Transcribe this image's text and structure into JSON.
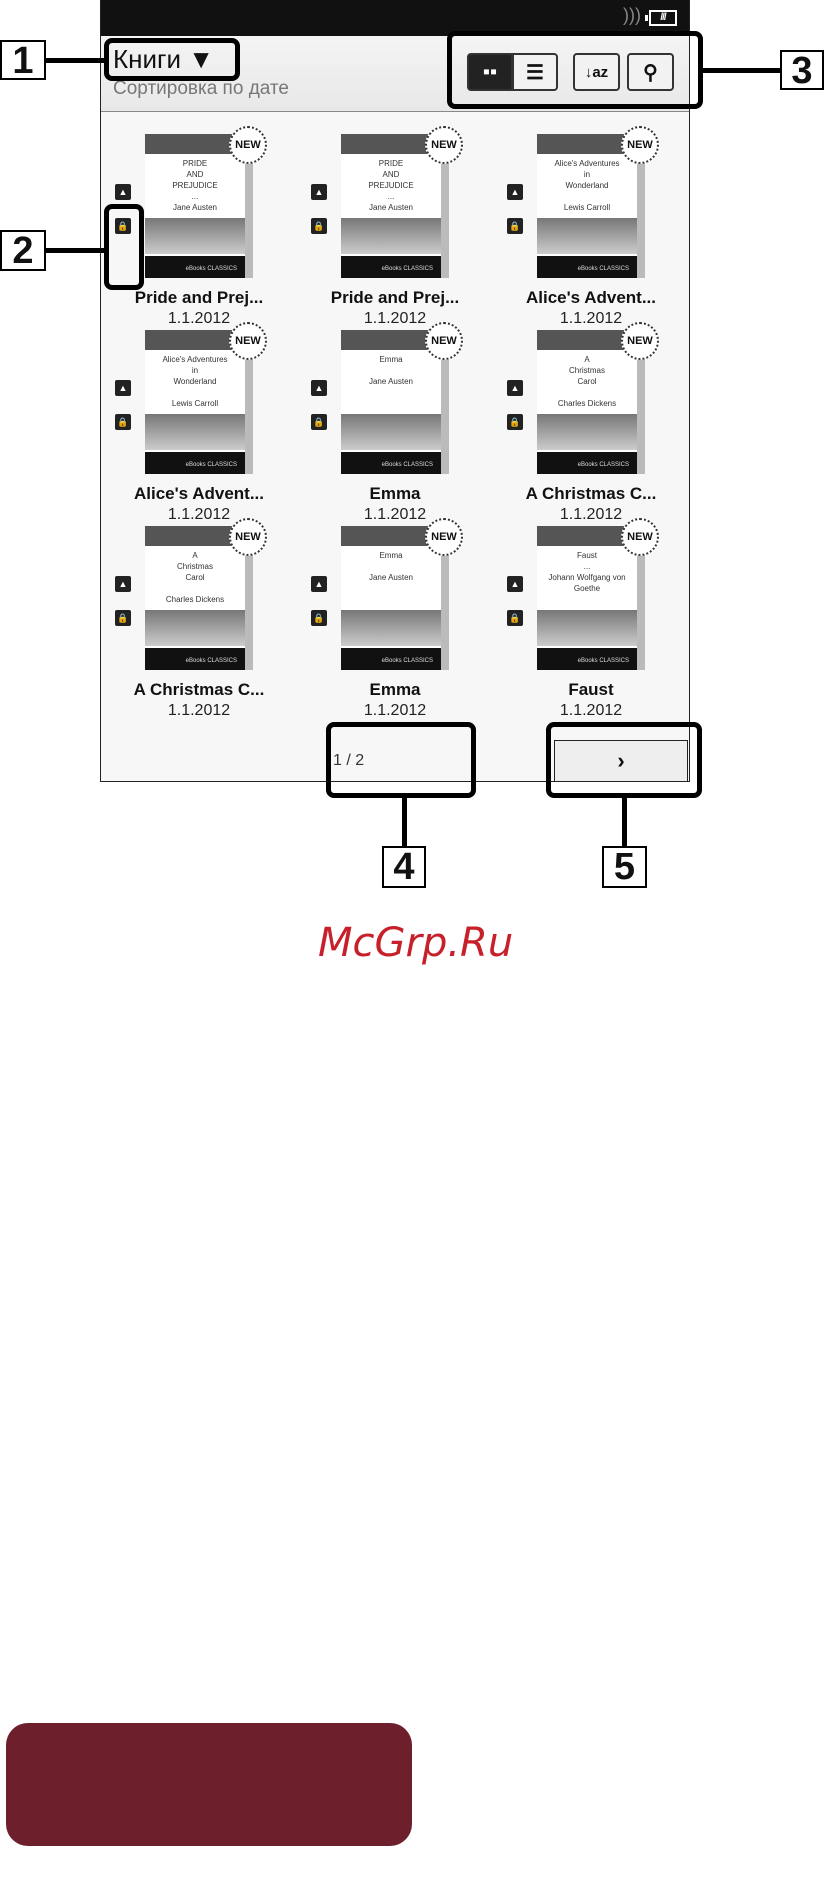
{
  "status": {
    "battery_icon": "battery-icon",
    "wifi_icon": "wifi-icon"
  },
  "header": {
    "title": "Книги ▼",
    "sort": "Сортировка по дате"
  },
  "toolbar": {
    "grid": "▪▪",
    "list": "☰",
    "sort_az": "↓az",
    "search": "⚲"
  },
  "books": [
    {
      "title": "Pride and Prej...",
      "date": "1.1.2012",
      "cover": "PRIDE\nAND\nPREJUDICE\n...\nJane Austen",
      "badge": "NEW",
      "series": "eBooks CLASSICS"
    },
    {
      "title": "Pride and Prej...",
      "date": "1.1.2012",
      "cover": "PRIDE\nAND\nPREJUDICE\n...\nJane Austen",
      "badge": "NEW",
      "series": "eBooks CLASSICS"
    },
    {
      "title": "Alice's Advent...",
      "date": "1.1.2012",
      "cover": "Alice's Adventures\nin\nWonderland\n\nLewis Carroll",
      "badge": "NEW",
      "series": "eBooks CLASSICS"
    },
    {
      "title": "Alice's Advent...",
      "date": "1.1.2012",
      "cover": "Alice's Adventures\nin\nWonderland\n\nLewis Carroll",
      "badge": "NEW",
      "series": "eBooks CLASSICS"
    },
    {
      "title": "Emma",
      "date": "1.1.2012",
      "cover": "Emma\n\nJane Austen",
      "badge": "NEW",
      "series": "eBooks CLASSICS"
    },
    {
      "title": "A Christmas C...",
      "date": "1.1.2012",
      "cover": "A\nChristmas\nCarol\n\nCharles Dickens",
      "badge": "NEW",
      "series": "eBooks CLASSICS"
    },
    {
      "title": "A Christmas C...",
      "date": "1.1.2012",
      "cover": "A\nChristmas\nCarol\n\nCharles Dickens",
      "badge": "NEW",
      "series": "eBooks CLASSICS"
    },
    {
      "title": "Emma",
      "date": "1.1.2012",
      "cover": "Emma\n\nJane Austen",
      "badge": "NEW",
      "series": "eBooks CLASSICS"
    },
    {
      "title": "Faust",
      "date": "1.1.2012",
      "cover": "Faust\n...\nJohann Wolfgang von Goethe",
      "badge": "NEW",
      "series": "eBooks CLASSICS"
    }
  ],
  "pagination": {
    "page": "1 / 2",
    "next": "›"
  },
  "callouts": [
    "1",
    "2",
    "3",
    "4",
    "5"
  ],
  "watermark": "McGrp.Ru",
  "colors": {
    "watermark": "#c8202a",
    "block": "#6e1f2c"
  }
}
